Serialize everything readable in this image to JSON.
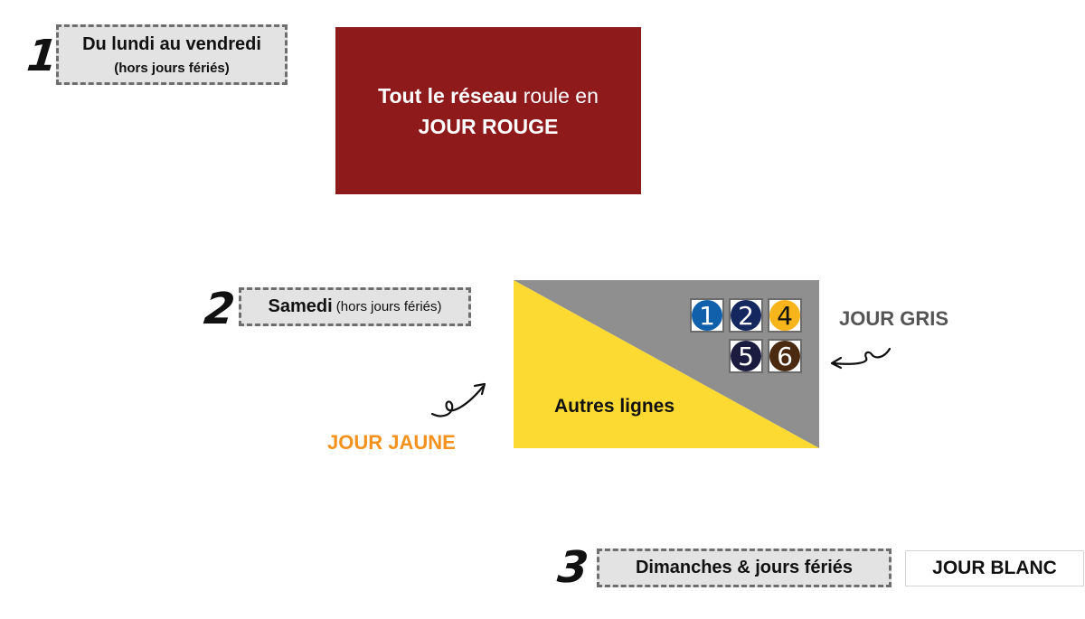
{
  "step1": {
    "number": "1",
    "title": "Du lundi au vendredi",
    "subtitle": "(hors jours fériés)",
    "box_line1_bold": "Tout le réseau",
    "box_line1_rest": " roule en",
    "box_line2": "JOUR ROUGE",
    "box_color": "#8e1a1b"
  },
  "step2": {
    "number": "2",
    "title_bold": "Samedi",
    "title_rest": " (hors jours fériés)",
    "other_lines": "Autres lignes",
    "yellow_label": "JOUR JAUNE",
    "gray_label": "JOUR GRIS",
    "yellow_color": "#fdda32",
    "gray_color": "#8f8f8f",
    "lines": [
      {
        "label": "1",
        "color": "#1160ab",
        "text_color": "#ffffff"
      },
      {
        "label": "2",
        "color": "#14285f",
        "text_color": "#ffffff"
      },
      {
        "label": "4",
        "color": "#f8b41b",
        "text_color": "#111111"
      },
      {
        "label": "5",
        "color": "#1b1a3f",
        "text_color": "#ffffff"
      },
      {
        "label": "6",
        "color": "#4a2b12",
        "text_color": "#ffffff"
      }
    ]
  },
  "step3": {
    "number": "3",
    "title": "Dimanches & jours fériés",
    "label": "JOUR BLANC"
  }
}
